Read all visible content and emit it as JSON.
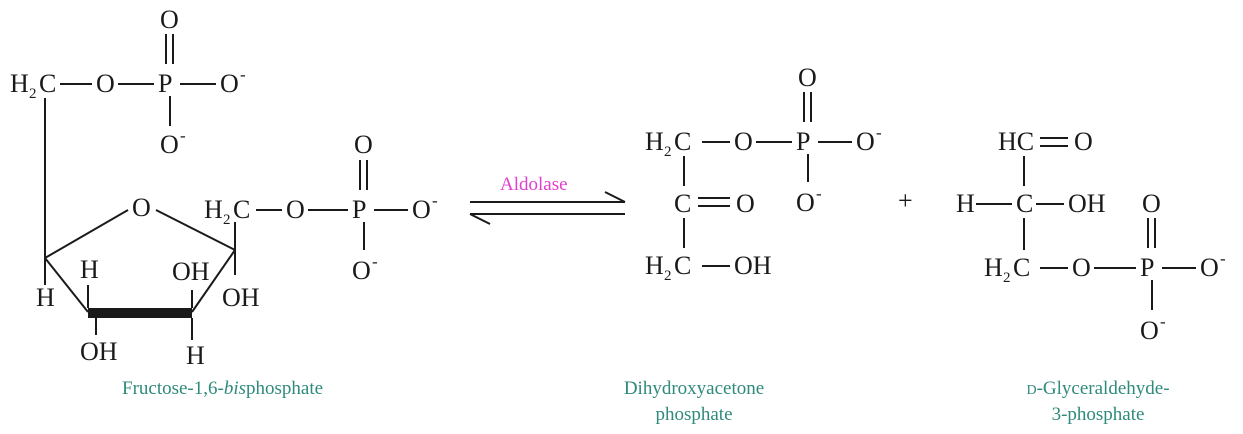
{
  "enzyme": "Aldolase",
  "plus": "+",
  "atoms": {
    "carbon": "C",
    "oxygen": "O",
    "phosphorus": "P",
    "hydrogen": "H",
    "ch2_h": "H",
    "ch2_sub": "2",
    "ch2_c": "C",
    "hydroxyl": "OH",
    "carbonyl_hc": "HC",
    "charge": "-"
  },
  "labels": {
    "fructose": {
      "prefix": "Fructose-1,6-",
      "italic": "bis",
      "suffix": "phosphate"
    },
    "dhap": {
      "line1": "Dihydroxyacetone",
      "line2": "phosphate"
    },
    "g3p": {
      "prefix_small": "D",
      "line1": "-Glyceraldehyde-",
      "line2": "3-phosphate"
    }
  },
  "colors": {
    "caption": "#2e8a7a",
    "enzyme": "#e040d0",
    "ink": "#1a1a1a"
  }
}
